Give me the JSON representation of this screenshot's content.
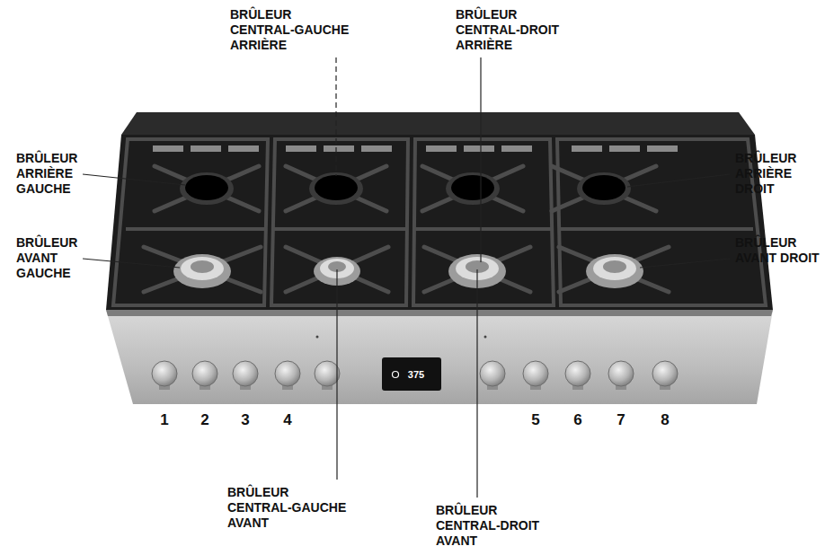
{
  "diagram": {
    "labels": [
      "BRÛLEUR CENTRAL-GAUCHE ARRIÈRE",
      "BRÛLEUR CENTRAL-DROIT ARRIÈRE",
      "BRÛLEUR ARRIÈRE GAUCHE",
      "BRÛLEUR ARRIÈRE DROIT",
      "BRÛLEUR AVANT GAUCHE",
      "BRÛLEUR AVANT DROIT",
      "375",
      "1",
      "2",
      "3",
      "4",
      "5",
      "6",
      "7",
      "8",
      "BRÛLEUR CENTRAL-GAUCHE AVANT",
      "BRÛLEUR CENTRAL-DROIT AVANT"
    ]
  }
}
